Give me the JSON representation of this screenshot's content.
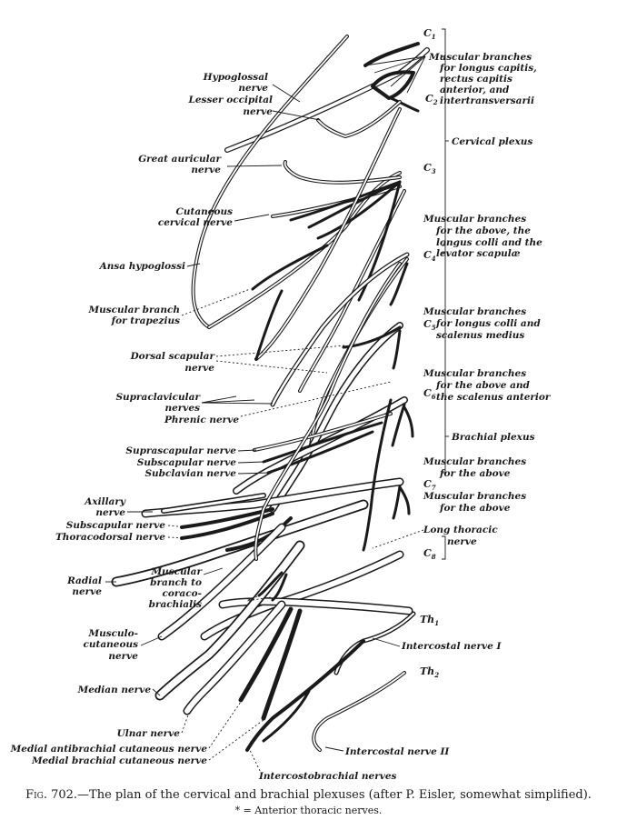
{
  "labels": {
    "hypoglossal": "Hypoglossal",
    "hypoglossal2": "nerve",
    "lesser_occ": "Lesser occipital",
    "lesser_occ2": "nerve",
    "great_aur": "Great auricular",
    "great_aur2": "nerve",
    "cut_cerv": "Cutaneous",
    "cut_cerv2": "cervical nerve",
    "ansa": "Ansa hypoglossi",
    "musc_trap": "Muscular branch",
    "musc_trap2": "for trapezius",
    "dorsal_scap": "Dorsal scapular",
    "dorsal_scap2": "nerve",
    "supraclav": "Supraclavicular",
    "supraclav2": "nerves",
    "phrenic": "Phrenic nerve",
    "suprascap": "Suprascapular nerve",
    "subscap1": "Subscapular nerve",
    "subclavian": "Subclavian nerve",
    "axillary": "Axillary",
    "axillary2": "nerve",
    "subscap2": "Subscapular nerve",
    "thoracodorsal": "Thoracodorsal nerve",
    "radial": "Radial",
    "radial2": "nerve",
    "musc_coraco": "Muscular",
    "musc_coraco2": "branch to",
    "musc_coraco3": "coraco-",
    "musc_coraco4": "brachialis",
    "musculocut": "Musculo-",
    "musculocut2": "cutaneous",
    "musculocut3": "nerve",
    "median": "Median nerve",
    "ulnar": "Ulnar nerve",
    "med_antibrach": "Medial antibrachial cutaneous nerve",
    "med_brach": "Medial brachial cutaneous nerve",
    "intercostobrach": "Intercostobrachial nerves",
    "intercostal1": "Intercostal nerve I",
    "intercostal2": "Intercostal nerve II",
    "long_thoracic": "Long thoracic",
    "long_thoracic2": "nerve",
    "mb1": "Muscular branches",
    "mb1b": "for longus capitis,",
    "mb1c": "rectus capitis",
    "mb1d": "anterior, and",
    "mb1e": "intertransversarii",
    "cerv_plexus": "Cervical plexus",
    "mb2": "Muscular branches",
    "mb2b": "for the above, the",
    "mb2c": "longus colli and the",
    "mb2d": "levator scapulæ",
    "mb3": "Muscular branches",
    "mb3b": "for longus colli and",
    "mb3c": "scalenus medius",
    "mb4": "Muscular branches",
    "mb4b": "for the above and",
    "mb4c": "the scalenus anterior",
    "brach_plexus": "Brachial plexus",
    "mb5": "Muscular branches",
    "mb5b": "for the above",
    "mb6": "Muscular branches",
    "mb6b": "for the above",
    "star": "*"
  },
  "segments": [
    {
      "letter": "C",
      "sub": "1"
    },
    {
      "letter": "C",
      "sub": "2"
    },
    {
      "letter": "C",
      "sub": "3"
    },
    {
      "letter": "C",
      "sub": "4"
    },
    {
      "letter": "C",
      "sub": "5"
    },
    {
      "letter": "C",
      "sub": "6"
    },
    {
      "letter": "C",
      "sub": "7"
    },
    {
      "letter": "C",
      "sub": "8"
    },
    {
      "letter": "Th",
      "sub": "1"
    },
    {
      "letter": "Th",
      "sub": "2"
    }
  ],
  "caption": {
    "fig": "Fig. 702.",
    "text": "—The plan of the cervical and brachial plexuses (after P. Eisler, somewhat simplified).",
    "note": "* = Anterior thoracic nerves."
  }
}
